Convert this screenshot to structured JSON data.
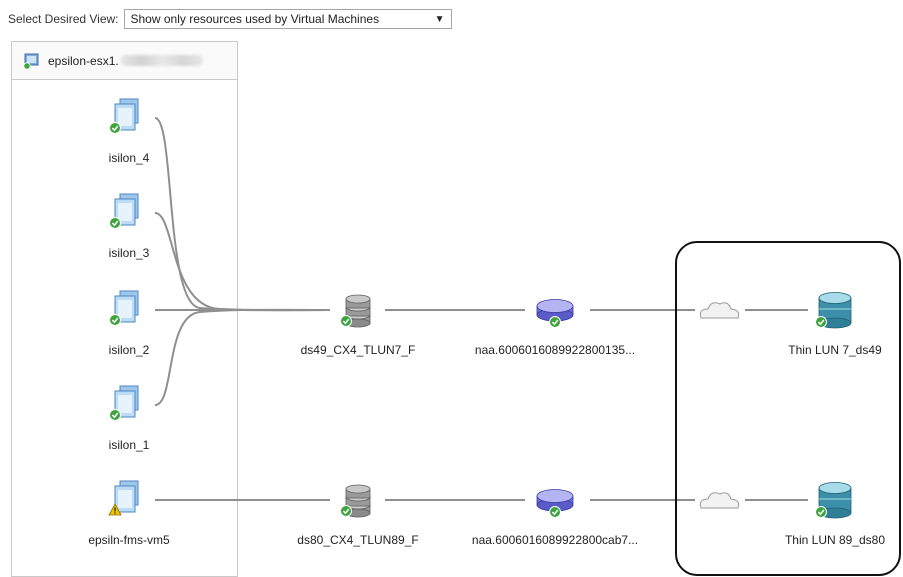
{
  "toolbar": {
    "view_label": "Select Desired View:",
    "view_value": "Show only resources used by Virtual Machines"
  },
  "host": {
    "name": "epsilon-esx1.",
    "icon": "host-server-icon"
  },
  "vms": [
    {
      "name": "isilon_4",
      "status": "ok"
    },
    {
      "name": "isilon_3",
      "status": "ok"
    },
    {
      "name": "isilon_2",
      "status": "ok"
    },
    {
      "name": "isilon_1",
      "status": "ok"
    },
    {
      "name": "epsiln-fms-vm5",
      "status": "warning"
    }
  ],
  "datastores": [
    {
      "name": "ds49_CX4_TLUN7_F",
      "status": "ok"
    },
    {
      "name": "ds80_CX4_TLUN89_F",
      "status": "ok"
    }
  ],
  "disks": [
    {
      "name": "naa.6006016089922800135...",
      "status": "ok"
    },
    {
      "name": "naa.6006016089922800cab7...",
      "status": "ok"
    }
  ],
  "luns": [
    {
      "name": "Thin LUN 7_ds49",
      "status": "ok"
    },
    {
      "name": "Thin LUN 89_ds80",
      "status": "ok"
    }
  ],
  "colors": {
    "line": "#8f8f8f",
    "status_ok": "#3ea43e",
    "status_warning": "#f2c200",
    "disk": "#6f6fdc",
    "lun": "#3c8fa8"
  }
}
